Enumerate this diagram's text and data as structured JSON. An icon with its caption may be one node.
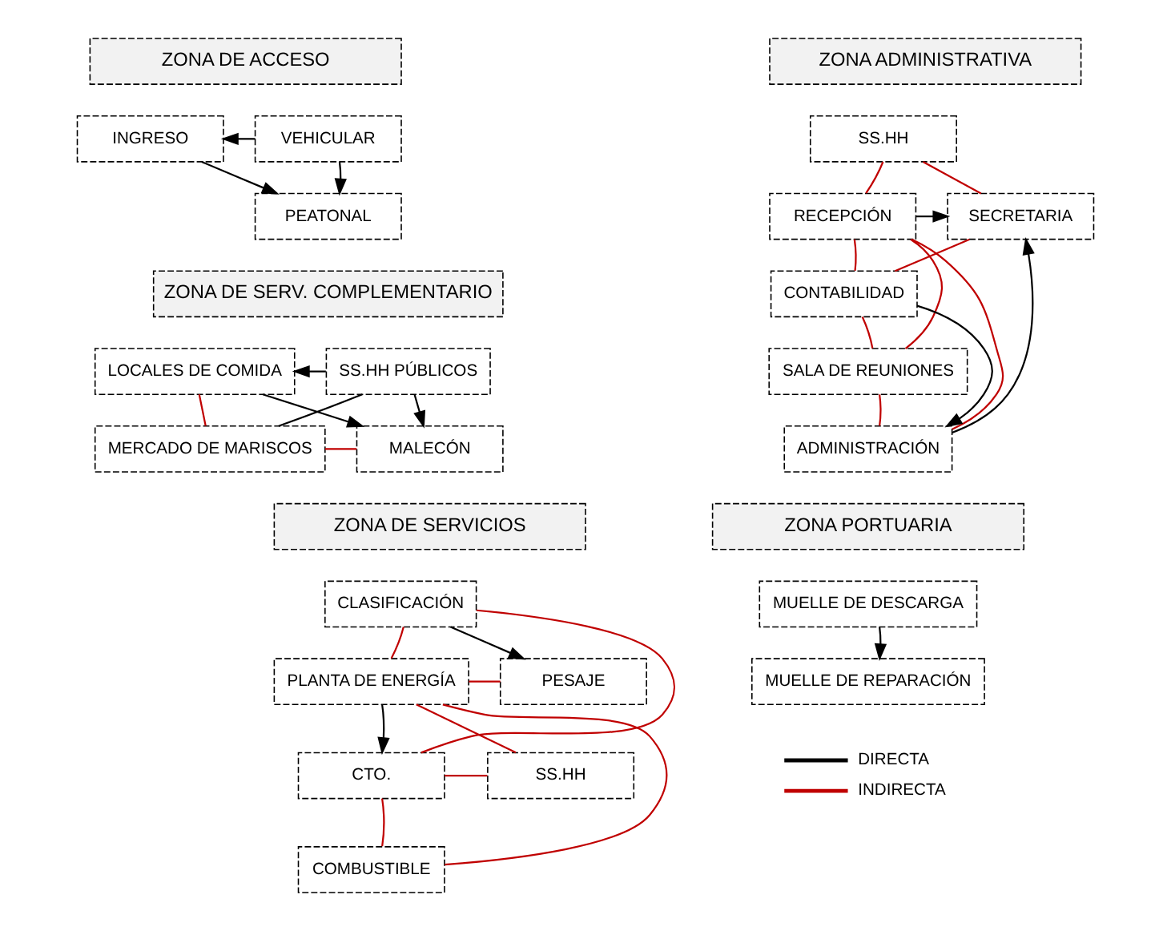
{
  "diagram": {
    "nodes": [
      {
        "text": [
          "ZONA DE ACCESO"
        ]
      },
      {
        "text": [
          "VEHICULAR"
        ]
      },
      {
        "text": [
          "INGRESO"
        ]
      },
      {
        "text": [
          "PEATONAL"
        ]
      },
      {
        "text": [
          "ZONA DE SERV. COMPLEMENTARIO"
        ]
      },
      {
        "text": [
          "SS.HH PÚBLICOS"
        ]
      },
      {
        "text": [
          "LOCALES DE COMIDA"
        ]
      },
      {
        "text": [
          "MERCADO DE MARISCOS"
        ]
      },
      {
        "text": [
          "MALECÓN"
        ]
      },
      {
        "text": [
          "ZONA DE SERVICIOS"
        ]
      },
      {
        "text": [
          "CLASIFICACIÓN"
        ]
      },
      {
        "text": [
          "PLANTA DE ENERGÍA"
        ]
      },
      {
        "text": [
          "PESAJE"
        ]
      },
      {
        "text": [
          "CTO."
        ]
      },
      {
        "text": [
          "SS.HH"
        ]
      },
      {
        "text": [
          "COMBUSTIBLE"
        ]
      },
      {
        "text": [
          "ZONA ADMINISTRATIVA"
        ]
      },
      {
        "text": [
          "SS.HH"
        ]
      },
      {
        "text": [
          "RECEPCIÓN"
        ]
      },
      {
        "text": [
          "SECRETARIA"
        ]
      },
      {
        "text": [
          "CONTABILIDAD"
        ]
      },
      {
        "text": [
          "SALA DE REUNIONES"
        ]
      },
      {
        "text": [
          "ADMINISTRACIÓN"
        ]
      },
      {
        "text": [
          "ZONA PORTUARIA"
        ]
      },
      {
        "text": [
          "MUELLE DE DESCARGA"
        ]
      },
      {
        "text": [
          "MUELLE DE REPARACIÓN"
        ]
      }
    ],
    "edges": [
      {
        "from": 1,
        "to": 3,
        "arrow": "to",
        "color": "#000000"
      },
      {
        "from": 1,
        "to": 2,
        "arrow": "to",
        "color": "#000000"
      },
      {
        "from": 2,
        "to": 3,
        "arrow": "to",
        "color": "#000000"
      },
      {
        "from": 5,
        "to": 6,
        "arrow": "to",
        "color": "#000000"
      },
      {
        "from": 5,
        "to": 8,
        "arrow": "to",
        "color": "#000000"
      },
      {
        "from": 6,
        "to": 8,
        "arrow": "to",
        "color": "#000000"
      },
      {
        "from": 5,
        "to": 7,
        "arrow": "none",
        "color": "#000000"
      },
      {
        "from": 7,
        "to": 8,
        "arrow": "none",
        "color": "#c00000"
      },
      {
        "from": 6,
        "to": 7,
        "arrow": "none",
        "color": "#c00000"
      },
      {
        "from": 10,
        "to": 11,
        "arrow": "none",
        "color": "#c00000"
      },
      {
        "from": 10,
        "to": 12,
        "arrow": "to",
        "color": "#000000"
      },
      {
        "from": 11,
        "to": 12,
        "arrow": "none",
        "color": "#c00000"
      },
      {
        "from": 10,
        "to": 13,
        "arrow": "none",
        "color": "#c00000"
      },
      {
        "from": 11,
        "to": 14,
        "arrow": "none",
        "color": "#c00000"
      },
      {
        "from": 13,
        "to": 14,
        "arrow": "none",
        "color": "#c00000"
      },
      {
        "from": 13,
        "to": 15,
        "arrow": "none",
        "color": "#c00000"
      },
      {
        "from": 11,
        "to": 15,
        "arrow": "none",
        "color": "#c00000"
      },
      {
        "from": 11,
        "to": 13,
        "arrow": "to",
        "color": "#000000"
      },
      {
        "from": 18,
        "to": 19,
        "arrow": "to",
        "color": "#000000"
      },
      {
        "from": 17,
        "to": 18,
        "arrow": "none",
        "color": "#c00000"
      },
      {
        "from": 17,
        "to": 19,
        "arrow": "none",
        "color": "#c00000"
      },
      {
        "from": 19,
        "to": 20,
        "arrow": "none",
        "color": "#c00000"
      },
      {
        "from": 18,
        "to": 20,
        "arrow": "none",
        "color": "#c00000"
      },
      {
        "from": 18,
        "to": 21,
        "arrow": "none",
        "color": "#c00000"
      },
      {
        "from": 20,
        "to": 21,
        "arrow": "none",
        "color": "#c00000"
      },
      {
        "from": 21,
        "to": 22,
        "arrow": "none",
        "color": "#c00000"
      },
      {
        "from": 20,
        "to": 22,
        "arrow": "to",
        "color": "#000000"
      },
      {
        "from": 18,
        "to": 22,
        "arrow": "none",
        "color": "#c00000"
      },
      {
        "from": 22,
        "to": 19,
        "arrow": "to",
        "color": "#000000"
      },
      {
        "from": 24,
        "to": 25,
        "arrow": "to",
        "color": "#000000"
      }
    ],
    "legend": [
      {
        "text": "DIRECTA"
      },
      {
        "text": "INDIRECTA"
      }
    ]
  }
}
